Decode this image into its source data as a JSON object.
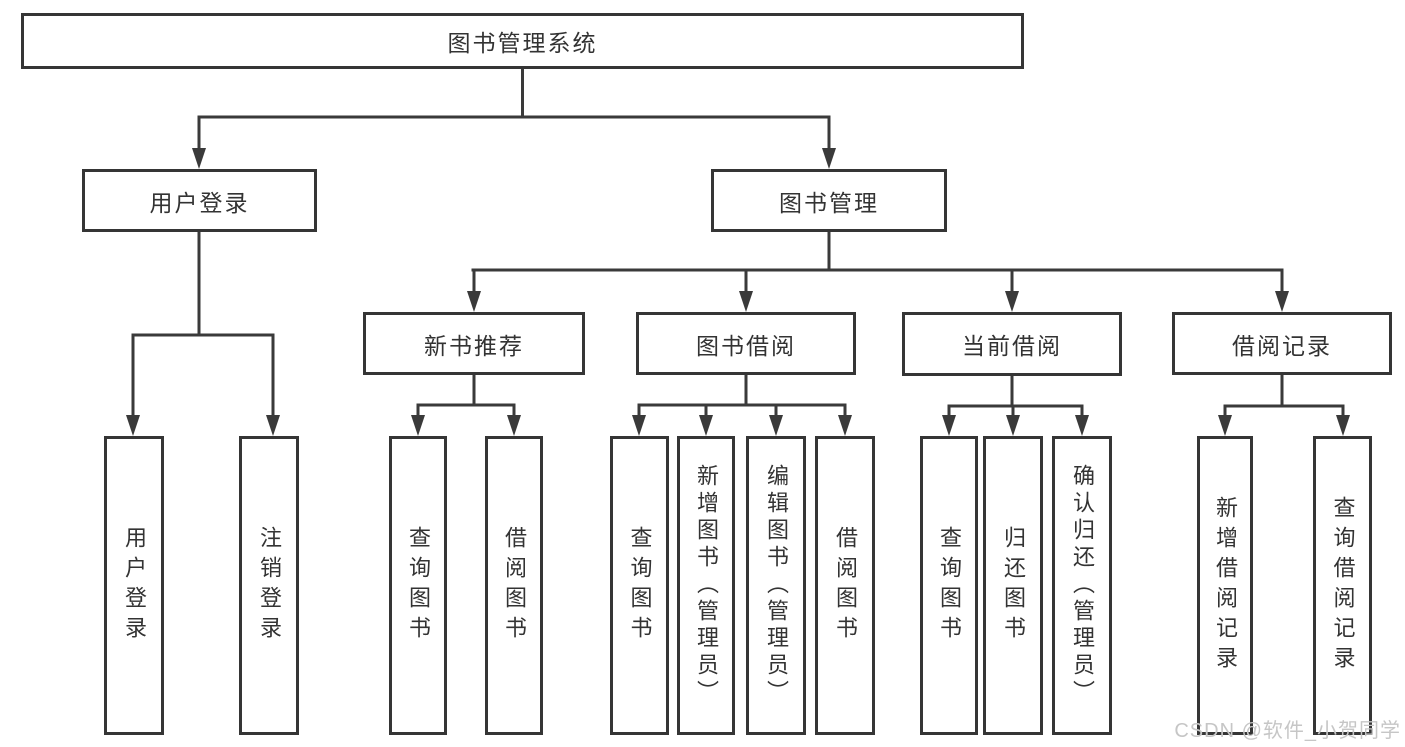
{
  "diagram_title": "图书管理系统",
  "nodes": {
    "root": {
      "label": "图书管理系统"
    },
    "login": {
      "label": "用户登录"
    },
    "book_mgmt": {
      "label": "图书管理"
    },
    "new_book": {
      "label": "新书推荐"
    },
    "book_borrow": {
      "label": "图书借阅"
    },
    "current_borrow": {
      "label": "当前借阅"
    },
    "borrow_records": {
      "label": "借阅记录"
    },
    "leaf_user_login": {
      "label": "用户登录"
    },
    "leaf_logout": {
      "label": "注销登录"
    },
    "leaf_nb_query_book": {
      "label": "查询图书"
    },
    "leaf_nb_borrow_book": {
      "label": "借阅图书"
    },
    "leaf_bb_query_book": {
      "label": "查询图书"
    },
    "leaf_bb_add_book": {
      "label": "新增图书（管理员）"
    },
    "leaf_bb_edit_book": {
      "label": "编辑图书（管理员）"
    },
    "leaf_bb_borrow_book": {
      "label": "借阅图书"
    },
    "leaf_cb_query_book": {
      "label": "查询图书"
    },
    "leaf_cb_return_book": {
      "label": "归还图书"
    },
    "leaf_cb_confirm_return": {
      "label": "确认归还（管理员）"
    },
    "leaf_rec_add_record": {
      "label": "新增借阅记录"
    },
    "leaf_rec_query_record": {
      "label": "查询借阅记录"
    }
  },
  "hierarchy": {
    "图书管理系统": {
      "用户登录": [
        "用户登录",
        "注销登录"
      ],
      "图书管理": {
        "新书推荐": [
          "查询图书",
          "借阅图书"
        ],
        "图书借阅": [
          "查询图书",
          "新增图书（管理员）",
          "编辑图书（管理员）",
          "借阅图书"
        ],
        "当前借阅": [
          "查询图书",
          "归还图书",
          "确认归还（管理员）"
        ],
        "借阅记录": [
          "新增借阅记录",
          "查询借阅记录"
        ]
      }
    }
  },
  "watermark": "CSDN @软件_小贺同学",
  "colors": {
    "line": "#3a3a3a",
    "border": "#353535",
    "text": "#333333",
    "box-fill": "#ffffff",
    "watermark": "#c6c6c6"
  }
}
